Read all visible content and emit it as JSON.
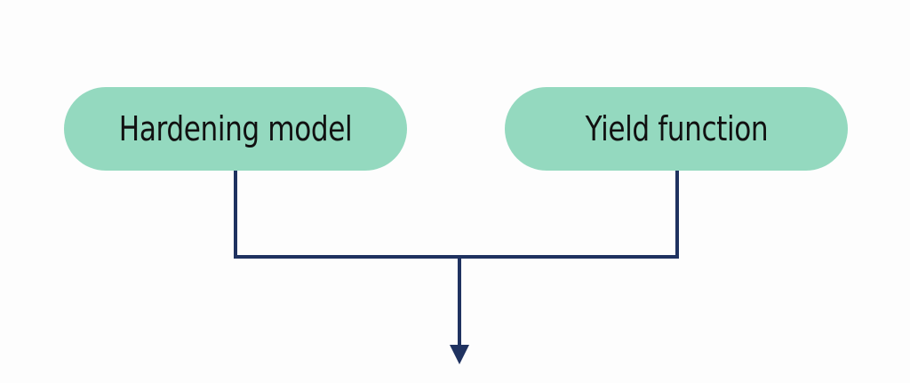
{
  "diagram": {
    "nodes": [
      {
        "id": "hardening",
        "label": "Hardening model"
      },
      {
        "id": "yield",
        "label": "Yield function"
      }
    ],
    "colors": {
      "node_fill": "#94d9bf",
      "connector": "#1f3260",
      "background": "#fdfdfd"
    }
  }
}
